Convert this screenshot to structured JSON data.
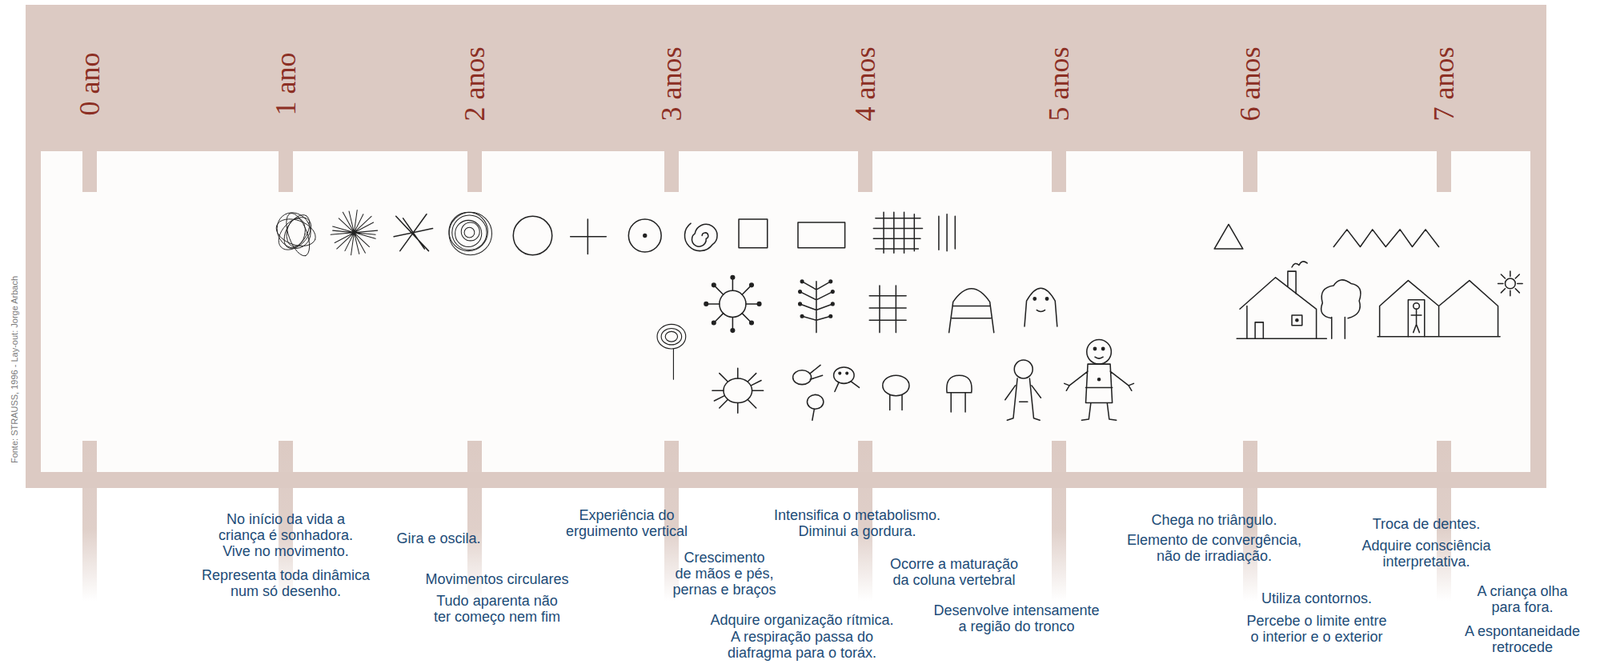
{
  "diagram": {
    "labels": [
      "0 ano",
      "1 ano",
      "2 anos",
      "3 anos",
      "4 anos",
      "5 anos",
      "6 anos",
      "7 anos",
      "No início da vida a criança é sonhadora. Vive no movimento.",
      "Representa toda dinâmica num só desenho.",
      "Gira e oscila.",
      "Movimentos circulares",
      "Tudo aparenta não ter começo nem fim",
      "Experiência do erguimento vertical",
      "Crescimento de mãos e pés, pernas e braços",
      "Adquire organização rítmica.",
      "A respiração passa do diafragma para o toráx.",
      "Intensifica o metabolismo. Diminui a gordura.",
      "Ocorre a maturação da coluna vertebral",
      "Desenvolve intensamente a região do tronco",
      "Chega no triângulo.",
      "Elemento de convergência, não de irradiação.",
      "Utiliza contornos.",
      "Percebe o limite entre o interior e o exterior",
      "Troca de dentes.",
      "Adquire consciência interpretativa.",
      "A criança olha para fora.",
      "A espontaneidade retrocede",
      "Fonte: STRAUSS, 1996 - Lay-out: Jorge Arbach"
    ]
  }
}
